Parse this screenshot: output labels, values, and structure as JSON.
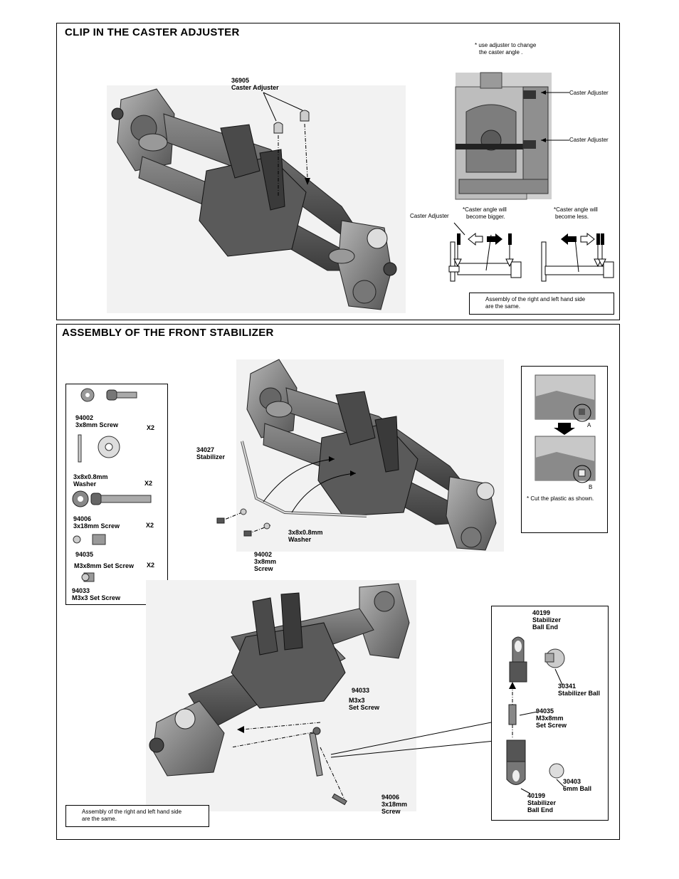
{
  "section1": {
    "title": "CLIP IN THE CASTER ADJUSTER",
    "part_label": [
      "36905",
      "Caster Adjuster"
    ],
    "adjuster_note": [
      "* use adjuster to change",
      "the caster angle ."
    ],
    "detail_label_top": "Caster Adjuster",
    "detail_label_bottom": "Caster Adjuster",
    "diagram_left_label": "Caster Adjuster",
    "bigger_note": [
      "*Caster angle will",
      "become bigger."
    ],
    "less_note": [
      "*Caster angle will",
      "become less."
    ],
    "assembly_note": [
      "Assembly of the right and left hand side",
      "are the same."
    ]
  },
  "section2": {
    "title": "ASSEMBLY OF THE FRONT STABILIZER",
    "parts_box": {
      "items": [
        {
          "code": "94002",
          "name": "3x8mm  Screw",
          "qty": "X2"
        },
        {
          "code": "3x8x0.8mm",
          "name": "Washer",
          "qty": "X2"
        },
        {
          "code": "94006",
          "name": "3x18mm  Screw",
          "qty": "X2"
        },
        {
          "code": "94035",
          "name": "M3x8mm Set Screw",
          "qty": "X2"
        },
        {
          "code": "94033",
          "name": "M3x3  Set Screw",
          "qty": "X2"
        }
      ]
    },
    "stabilizer_label": [
      "34027",
      "Stabilizer"
    ],
    "washer_label": [
      "3x8x0.8mm",
      "Washer"
    ],
    "screw_label": [
      "94002",
      "3x8mm",
      "Screw"
    ],
    "cut_note": "* Cut the plastic as shown.",
    "cut_a": "A",
    "cut_b": "B",
    "setscrew_label": [
      "94033",
      "M3x3",
      "Set Screw"
    ],
    "long_screw_label": [
      "94006",
      "3x18mm",
      "Screw"
    ],
    "assembly_note": [
      "Assembly of the right and left hand side",
      "are the same."
    ],
    "ball_box": {
      "top_end": [
        "40199",
        "Stabilizer",
        "Ball End"
      ],
      "stab_ball": [
        "30341",
        "Stabilizer Ball"
      ],
      "set_screw": [
        "94035",
        "M3x8mm",
        "Set Screw"
      ],
      "ball_6mm": [
        "30403",
        "6mm Ball"
      ],
      "bottom_end": [
        "40199",
        "Stabilizer",
        "Ball End"
      ]
    }
  }
}
